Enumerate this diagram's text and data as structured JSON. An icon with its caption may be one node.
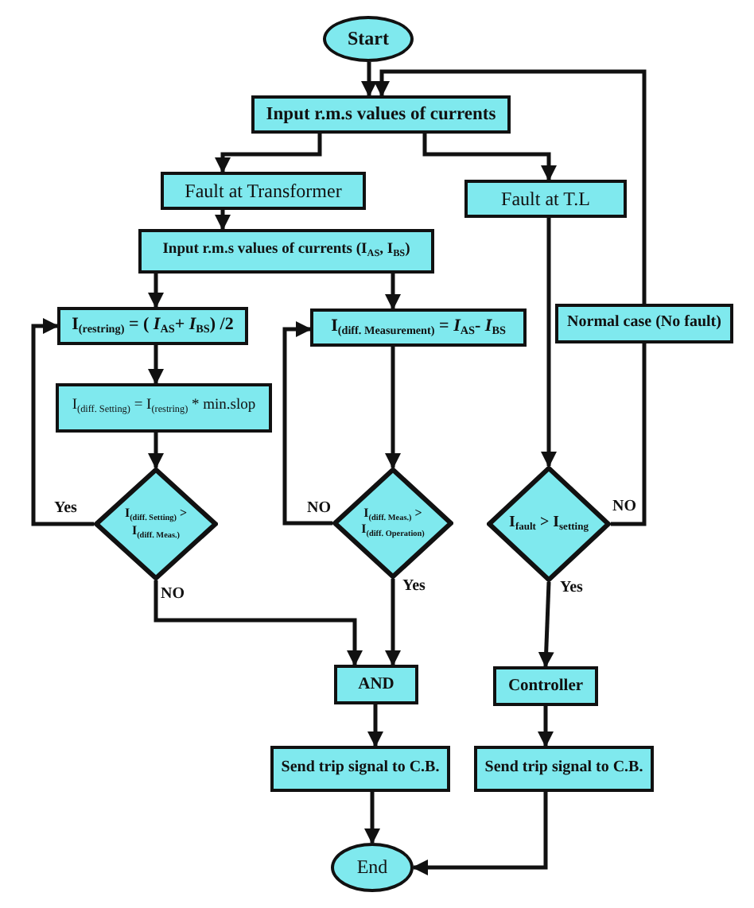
{
  "diagram": {
    "nodes": [
      {
        "text": [
          "Start"
        ]
      },
      {
        "text": [
          "Input r.m.s values of currents"
        ]
      },
      {
        "text": [
          "Fault at Transformer"
        ]
      },
      {
        "text": [
          "Fault at T.L"
        ]
      },
      {
        "text": [
          "Input r.m.s values of currents (I$_{AS}$, I$_{BS}$)"
        ]
      },
      {
        "text": [
          "I$_{(restring)}$ = ( *I*$_{AS}$+ *I*$_{BS}$) /2"
        ]
      },
      {
        "text": [
          "I$_{(diff. Measurement)}$ = *I*$_{AS}$- *I*$_{BS}$"
        ]
      },
      {
        "text": [
          "Normal case (No fault)"
        ]
      },
      {
        "text": [
          "I$_{(diff. Setting)}$ = I$_{(restring)}$ * min.slop"
        ]
      },
      {
        "text": [
          "I$_{(diff. Setting)}$ > I$_{(diff. Meas.)}$"
        ]
      },
      {
        "text": [
          "I$_{(diff. Meas.)}$ > I$_{(diff. Operation)}$"
        ]
      },
      {
        "text": [
          "I$_{fault}$ > I$_{setting}$"
        ]
      },
      {
        "text": [
          "AND"
        ]
      },
      {
        "text": [
          "Controller"
        ]
      },
      {
        "text": [
          "Send trip signal to C.B."
        ]
      },
      {
        "text": [
          "Send trip signal to C.B."
        ]
      },
      {
        "text": [
          "End"
        ]
      }
    ],
    "edges": [
      {
        "from": 0,
        "to": 1,
        "arrow": "to"
      },
      {
        "from": 1,
        "to": 2,
        "arrow": "to"
      },
      {
        "from": 1,
        "to": 3,
        "arrow": "to"
      },
      {
        "from": 2,
        "to": 4,
        "arrow": "to"
      },
      {
        "from": 4,
        "to": 5,
        "arrow": "to"
      },
      {
        "from": 4,
        "to": 6,
        "arrow": "to"
      },
      {
        "from": 5,
        "to": 8,
        "arrow": "to"
      },
      {
        "from": 8,
        "to": 9,
        "arrow": "to"
      },
      {
        "from": 9,
        "to": 5,
        "arrow": "to",
        "label": "Yes"
      },
      {
        "from": 9,
        "to": 12,
        "arrow": "to",
        "label": "NO"
      },
      {
        "from": 6,
        "to": 10,
        "arrow": "to"
      },
      {
        "from": 10,
        "to": 6,
        "arrow": "to",
        "label": "NO"
      },
      {
        "from": 10,
        "to": 12,
        "arrow": "to",
        "label": "Yes"
      },
      {
        "from": 3,
        "to": 11,
        "arrow": "to"
      },
      {
        "from": 11,
        "to": 7,
        "arrow": "none",
        "label": "NO"
      },
      {
        "from": 7,
        "to": 1,
        "arrow": "to"
      },
      {
        "from": 11,
        "to": 13,
        "arrow": "to",
        "label": "Yes"
      },
      {
        "from": 12,
        "to": 14,
        "arrow": "to"
      },
      {
        "from": 13,
        "to": 15,
        "arrow": "to"
      },
      {
        "from": 14,
        "to": 16,
        "arrow": "to"
      },
      {
        "from": 15,
        "to": 16,
        "arrow": "to"
      }
    ]
  }
}
